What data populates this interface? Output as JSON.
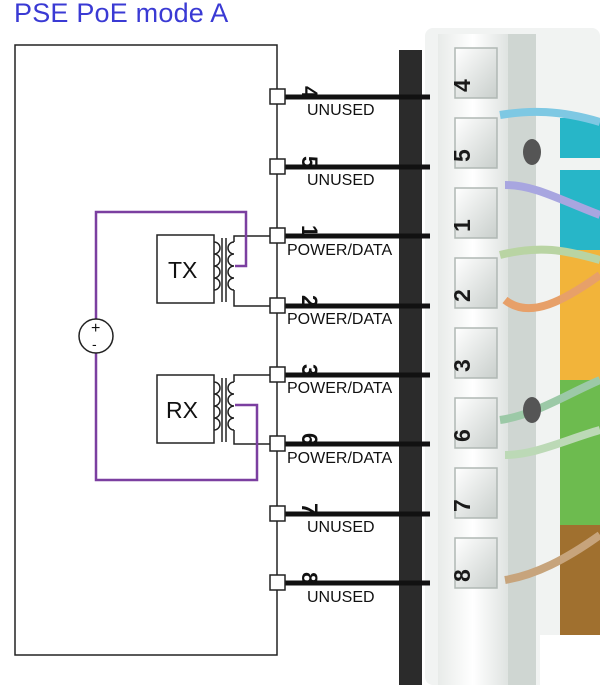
{
  "title": "PSE PoE mode A",
  "pins": [
    {
      "number": "4",
      "label": "UNUSED"
    },
    {
      "number": "5",
      "label": "UNUSED"
    },
    {
      "number": "1",
      "label": "POWER/DATA"
    },
    {
      "number": "2",
      "label": "POWER/DATA"
    },
    {
      "number": "3",
      "label": "POWER/DATA"
    },
    {
      "number": "6",
      "label": "POWER/DATA"
    },
    {
      "number": "7",
      "label": "UNUSED"
    },
    {
      "number": "8",
      "label": "UNUSED"
    }
  ],
  "tx_label": "TX",
  "rx_label": "RX",
  "source_plus": "+",
  "source_minus": "-",
  "colors": {
    "title": "#3a3ad4",
    "power_path": "#7b3fa0",
    "wire": "#111111",
    "stripe_teal": "#27b6c8",
    "stripe_orange": "#f2b43a",
    "stripe_green": "#6dbb4f",
    "stripe_brown": "#a0702f"
  }
}
